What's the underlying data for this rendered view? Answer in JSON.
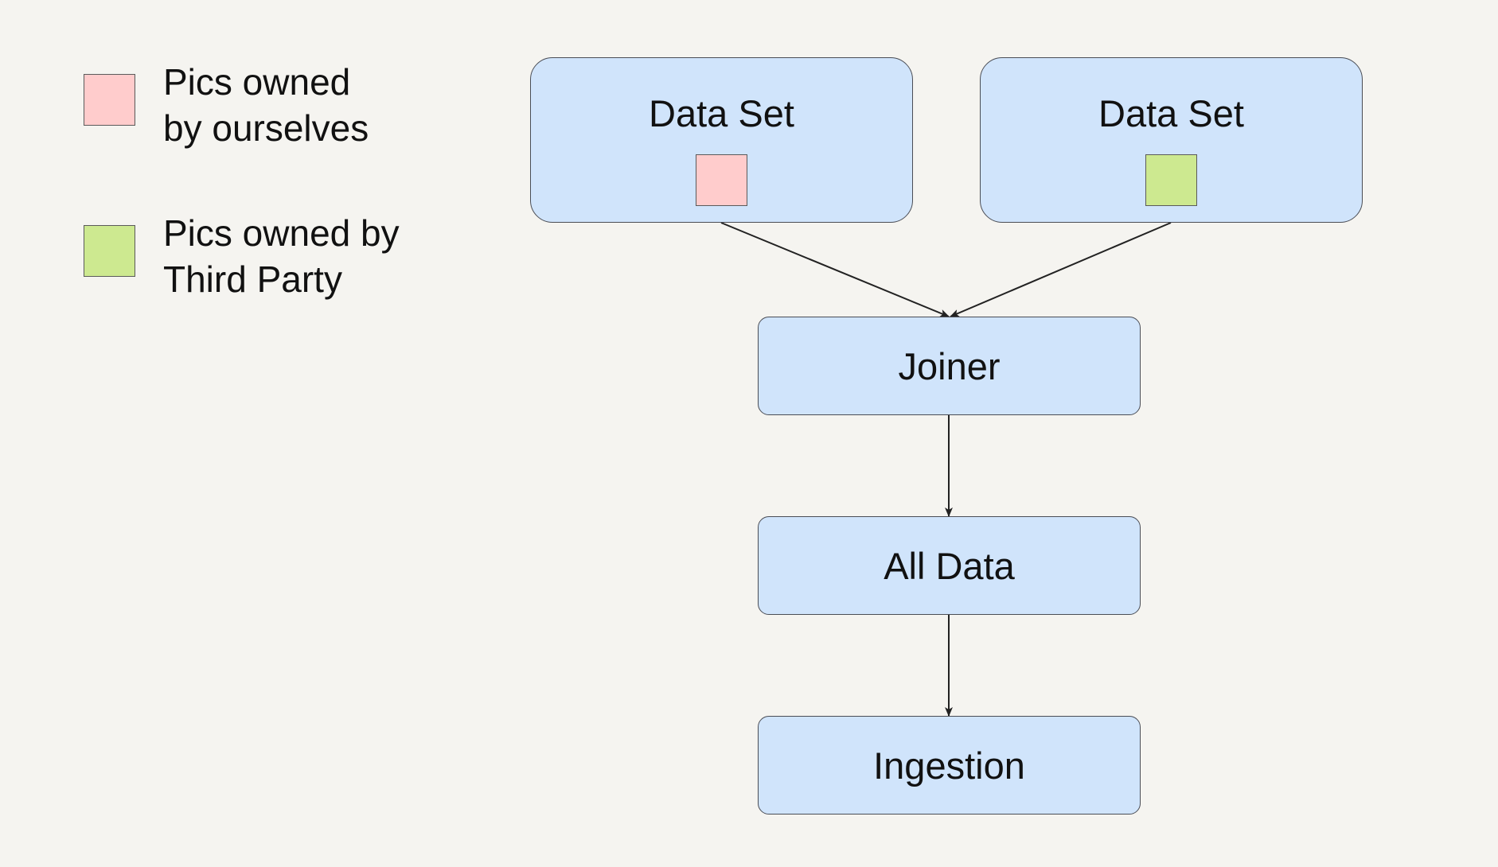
{
  "legend": [
    {
      "lines": [
        "Pics owned",
        "by ourselves"
      ],
      "color": "#ffcccc"
    },
    {
      "lines": [
        "Pics owned by",
        "Third Party"
      ],
      "color": "#cde990"
    }
  ],
  "nodes": {
    "dataset_left": {
      "label": "Data Set",
      "swatch_color": "#ffcccc"
    },
    "dataset_right": {
      "label": "Data Set",
      "swatch_color": "#cde990"
    },
    "joiner": {
      "label": "Joiner"
    },
    "all_data": {
      "label": "All Data"
    },
    "ingestion": {
      "label": "Ingestion"
    }
  },
  "colors": {
    "node_fill": "#d0e4fb",
    "node_border": "#4a4d55",
    "edge": "#222222",
    "background": "#f5f4f0"
  }
}
